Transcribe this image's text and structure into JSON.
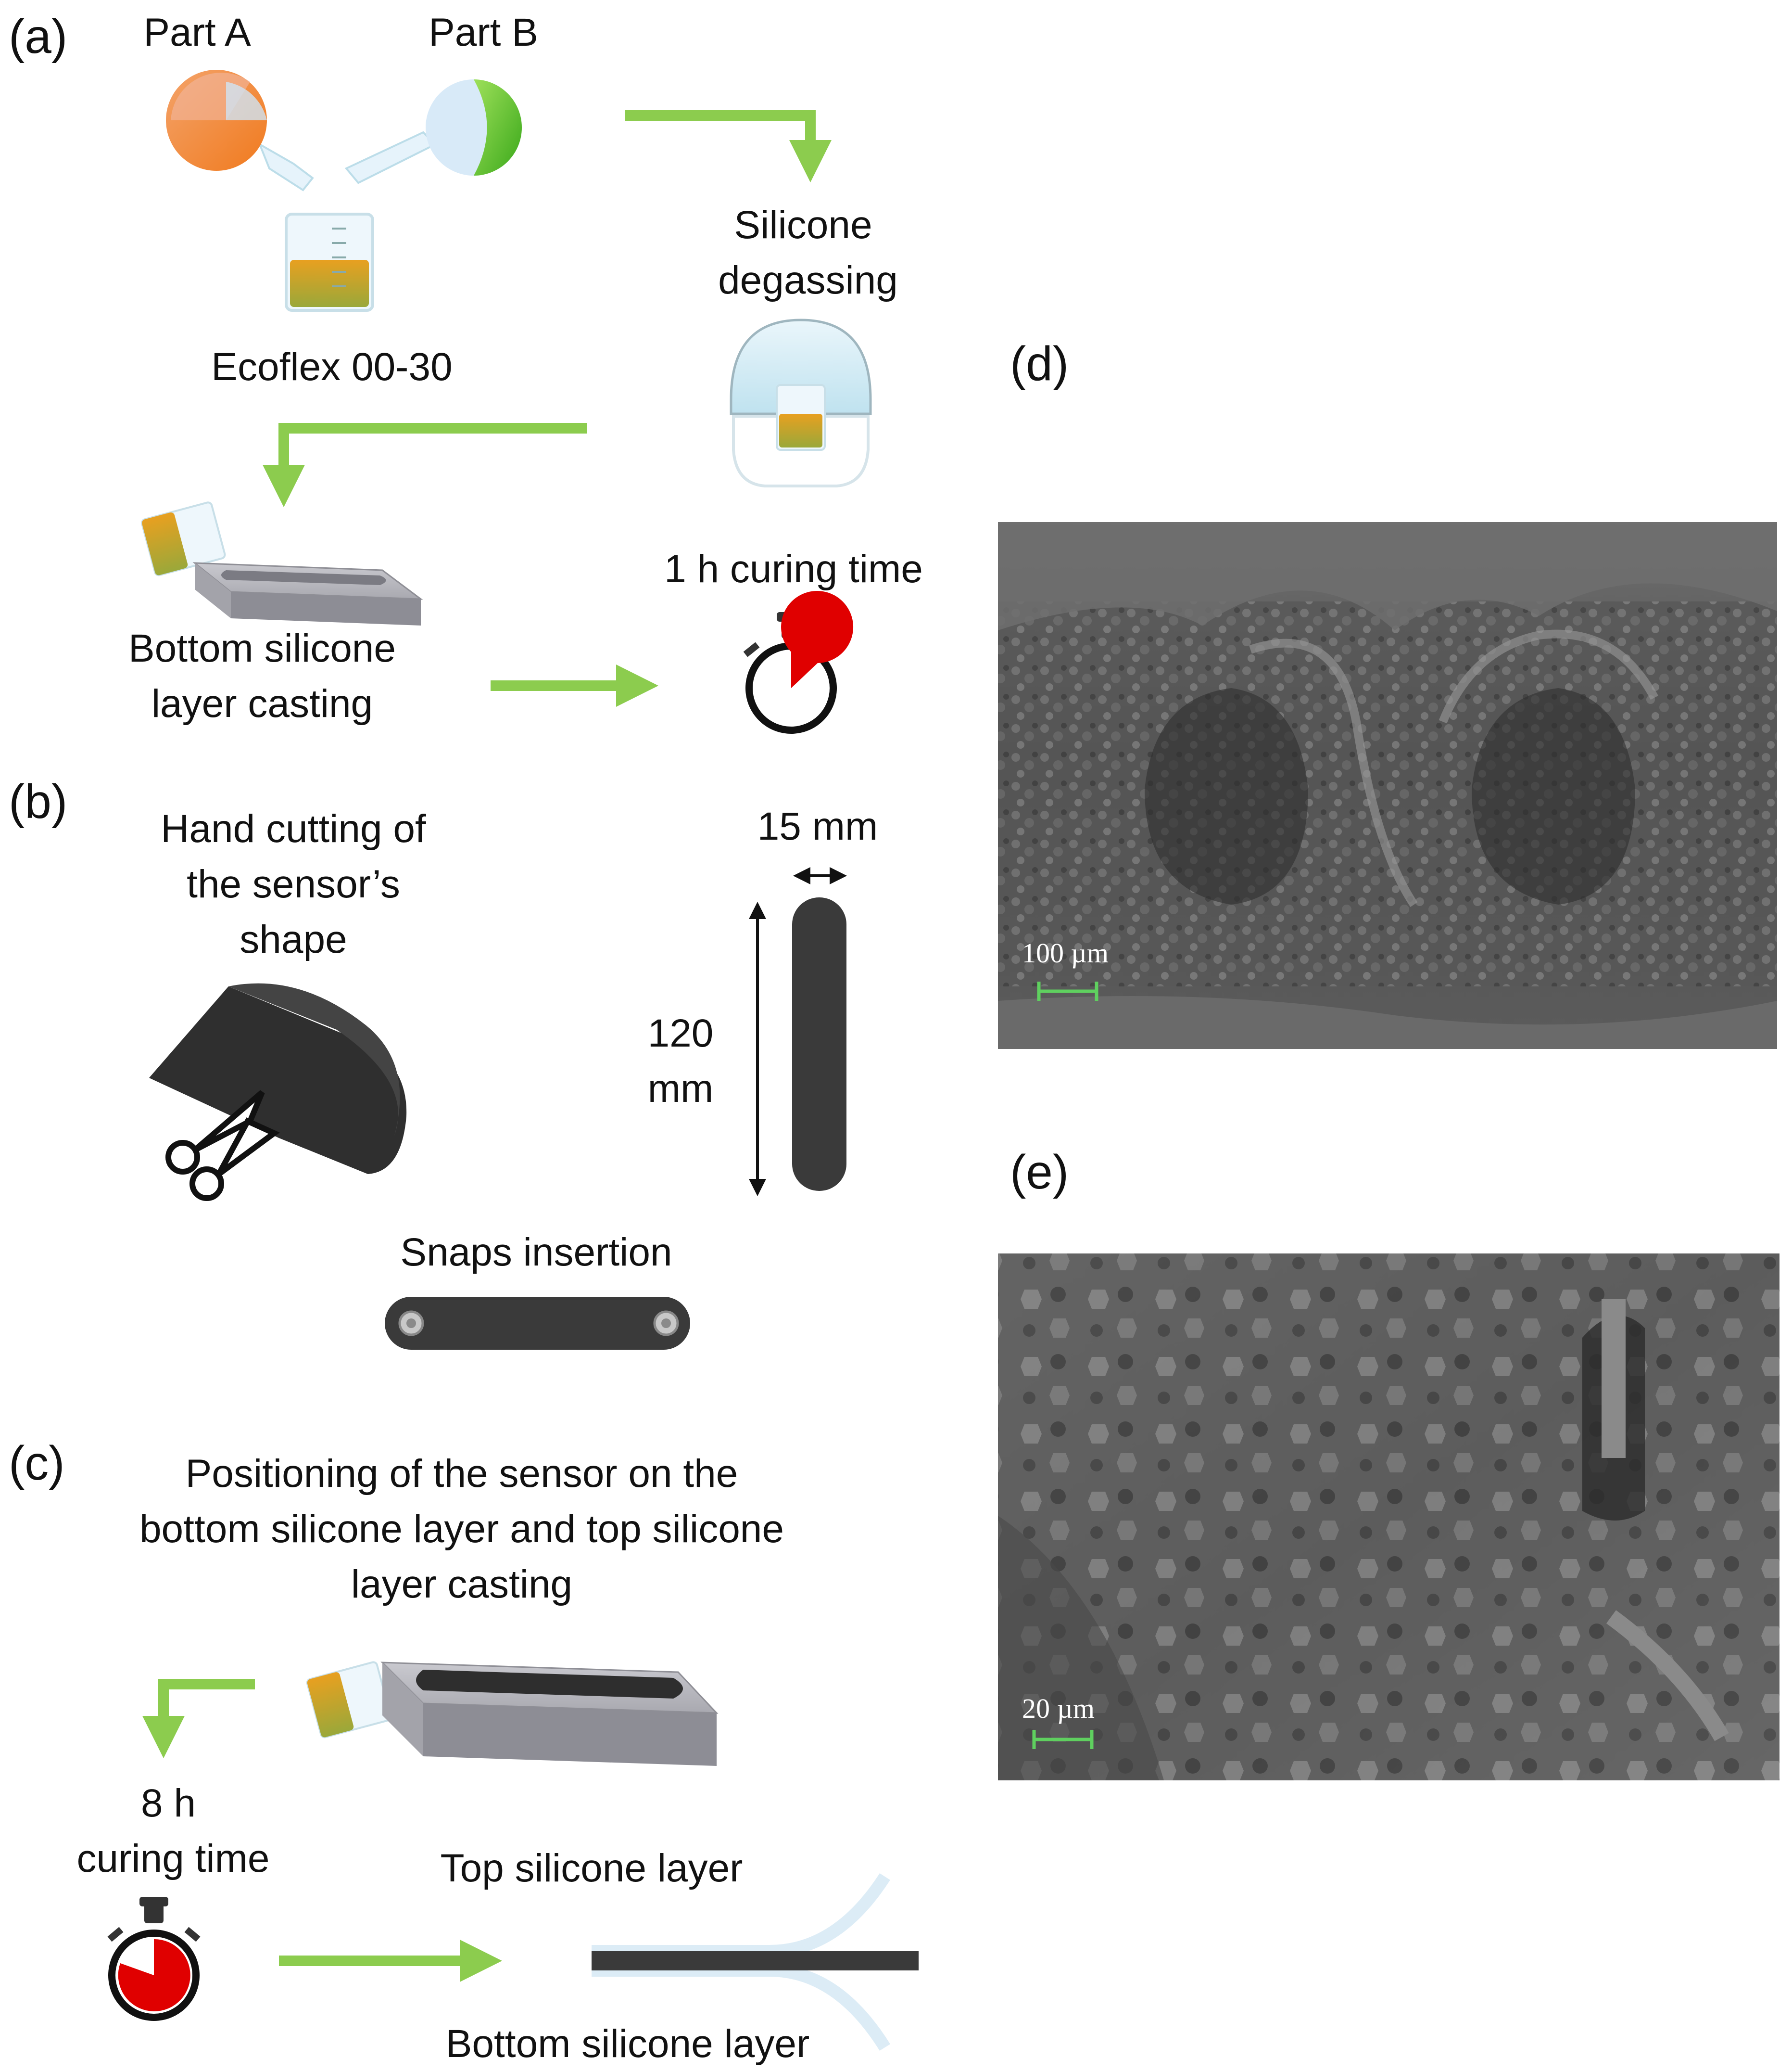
{
  "panels": {
    "a": "(a)",
    "b": "(b)",
    "c": "(c)",
    "d": "(d)",
    "e": "(e)"
  },
  "panel_a": {
    "part_a": "Part A",
    "part_b": "Part B",
    "material": "Ecoflex 00-30",
    "degassing_line1": "Silicone",
    "degassing_line2": "degassing",
    "casting_line1": "Bottom silicone",
    "casting_line2": "layer casting",
    "curing": "1 h curing time"
  },
  "panel_b": {
    "cutting_line1": "Hand cutting of",
    "cutting_line2": "the sensor’s",
    "cutting_line3": "shape",
    "width_label": "15 mm",
    "length_line1": "120",
    "length_line2": "mm",
    "snaps": "Snaps insertion"
  },
  "panel_c": {
    "positioning_line1": "Positioning of the sensor on the",
    "positioning_line2": "bottom silicone layer and top silicone",
    "positioning_line3": "layer casting",
    "curing_line1": "8 h",
    "curing_line2": "curing time",
    "top_layer": "Top silicone layer",
    "bottom_layer": "Bottom silicone layer"
  },
  "panel_d": {
    "scale_bar": "100 µm"
  },
  "panel_e": {
    "scale_bar": "20 µm"
  },
  "colors": {
    "arrow": "#8ccc4e",
    "timer_red": "#e00000",
    "fabric": "#2b2b2b",
    "sem_gray": "#5a5a5a",
    "scale_green": "#5fd05f"
  }
}
